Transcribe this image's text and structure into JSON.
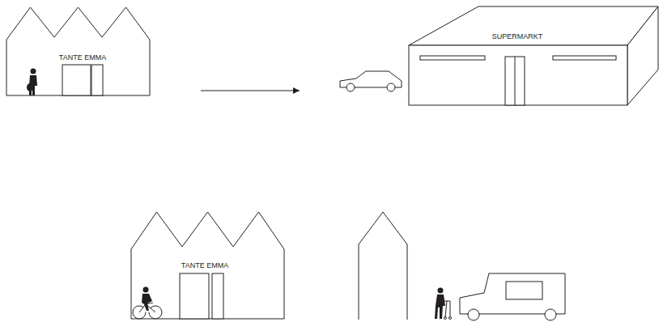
{
  "diagram": {
    "nodes": [
      {
        "text": [
          "TANTE EMMA"
        ]
      },
      {
        "text": [
          "SUPERMARKT"
        ]
      },
      {
        "text": [
          "TANTE EMMA"
        ]
      }
    ],
    "edges": [
      {
        "from": 0,
        "to": 1,
        "arrow": "to"
      }
    ]
  }
}
